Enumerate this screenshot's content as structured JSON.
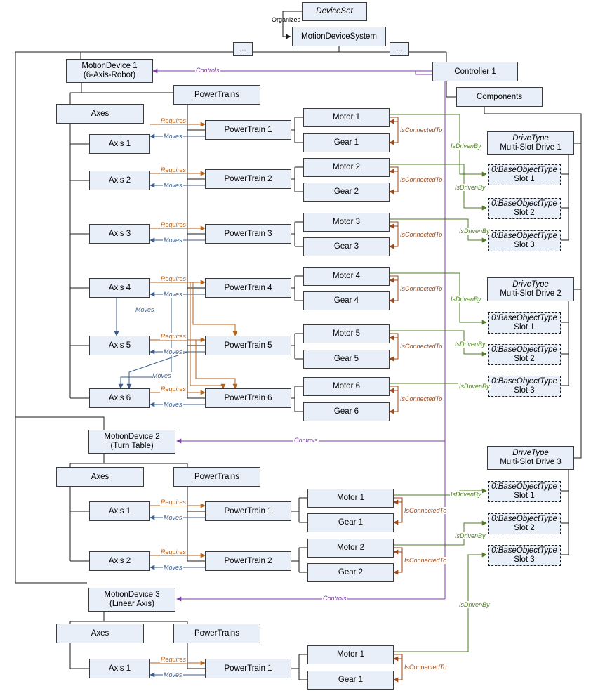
{
  "colors": {
    "box_fill": "#e9eff8",
    "hierarchy": "#1a1a1a",
    "requires": "#b86218",
    "moves": "#3c5e8c",
    "is_connected_to": "#9b4a1c",
    "is_driven_by": "#4e7d24",
    "controls": "#7a3da8"
  },
  "top": {
    "device_set": "DeviceSet",
    "organizes": "Organizes",
    "motion_device_system": "MotionDeviceSystem",
    "ellipsis": "..."
  },
  "controller": {
    "name": "Controller 1",
    "components": "Components"
  },
  "labels": {
    "requires": "Requires",
    "moves": "Moves",
    "is_connected_to": "IsConnectedTo",
    "is_driven_by": "IsDrivenBy",
    "controls": "Controls",
    "axes": "Axes",
    "power_trains": "PowerTrains"
  },
  "devices": [
    {
      "name": "MotionDevice 1",
      "subtitle": "(6-Axis-Robot)",
      "axes": [
        "Axis 1",
        "Axis 2",
        "Axis 3",
        "Axis 4",
        "Axis 5",
        "Axis 6"
      ],
      "power_trains": [
        {
          "name": "PowerTrain 1",
          "motor": "Motor 1",
          "gear": "Gear 1"
        },
        {
          "name": "PowerTrain 2",
          "motor": "Motor 2",
          "gear": "Gear 2"
        },
        {
          "name": "PowerTrain 3",
          "motor": "Motor 3",
          "gear": "Gear 3"
        },
        {
          "name": "PowerTrain 4",
          "motor": "Motor 4",
          "gear": "Gear 4"
        },
        {
          "name": "PowerTrain 5",
          "motor": "Motor 5",
          "gear": "Gear 5"
        },
        {
          "name": "PowerTrain 6",
          "motor": "Motor 6",
          "gear": "Gear 6"
        }
      ]
    },
    {
      "name": "MotionDevice 2",
      "subtitle": "(Turn Table)",
      "axes": [
        "Axis 1",
        "Axis 2"
      ],
      "power_trains": [
        {
          "name": "PowerTrain 1",
          "motor": "Motor 1",
          "gear": "Gear 1"
        },
        {
          "name": "PowerTrain 2",
          "motor": "Motor 2",
          "gear": "Gear 2"
        }
      ]
    },
    {
      "name": "MotionDevice 3",
      "subtitle": "(Linear Axis)",
      "axes": [
        "Axis 1"
      ],
      "power_trains": [
        {
          "name": "PowerTrain 1",
          "motor": "Motor 1",
          "gear": "Gear 1"
        }
      ]
    }
  ],
  "drives": [
    {
      "type": "DriveType",
      "name": "Multi-Slot Drive 1",
      "slots": [
        {
          "type": "0:BaseObjectType",
          "name": "Slot 1"
        },
        {
          "type": "0:BaseObjectType",
          "name": "Slot 2"
        },
        {
          "type": "0:BaseObjectType",
          "name": "Slot 3"
        }
      ]
    },
    {
      "type": "DriveType",
      "name": "Multi-Slot Drive 2",
      "slots": [
        {
          "type": "0:BaseObjectType",
          "name": "Slot 1"
        },
        {
          "type": "0:BaseObjectType",
          "name": "Slot 2"
        },
        {
          "type": "0:BaseObjectType",
          "name": "Slot 3"
        }
      ]
    },
    {
      "type": "DriveType",
      "name": "Multi-Slot Drive 3",
      "slots": [
        {
          "type": "0:BaseObjectType",
          "name": "Slot 1"
        },
        {
          "type": "0:BaseObjectType",
          "name": "Slot 2"
        },
        {
          "type": "0:BaseObjectType",
          "name": "Slot 3"
        }
      ]
    }
  ]
}
